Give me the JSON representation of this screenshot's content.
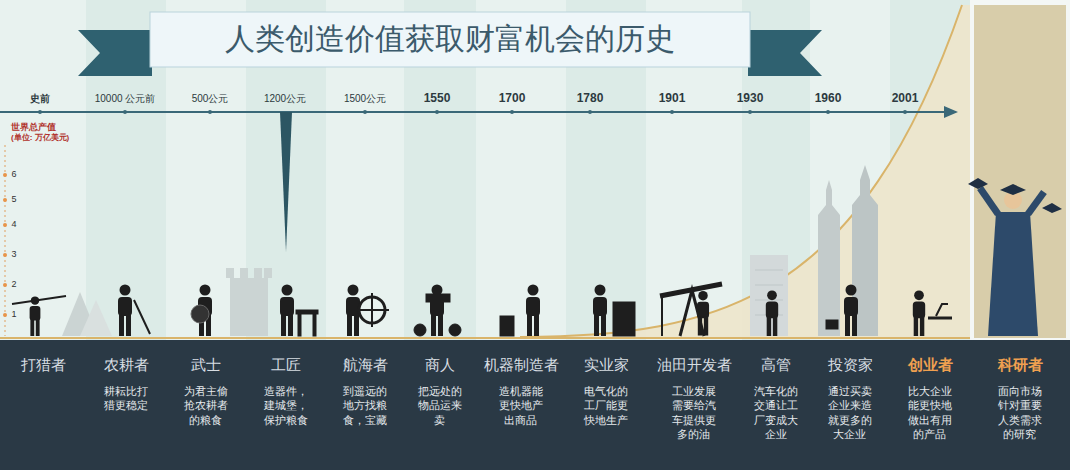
{
  "diagram": {
    "title": "人类创造价值获取财富机会的历史",
    "nodes": [
      {
        "text": [
          "打猎者"
        ]
      },
      {
        "text": [
          "农耕者",
          "耕耘比打猎更稳定"
        ]
      },
      {
        "text": [
          "武士",
          "为君主偷抢农耕者的粮食"
        ]
      },
      {
        "text": [
          "工匠",
          "造器件，建城堡，保护粮食"
        ]
      },
      {
        "text": [
          "航海者",
          "到遥远的地方找粮食，宝藏"
        ]
      },
      {
        "text": [
          "商人",
          "把远处的物品运来卖"
        ]
      },
      {
        "text": [
          "机器制造者",
          "造机器能更快地产出商品"
        ]
      },
      {
        "text": [
          "实业家",
          "电气化的工厂能更快地生产"
        ]
      },
      {
        "text": [
          "油田开发者",
          "工业发展需要给汽车提供更多的油"
        ]
      },
      {
        "text": [
          "高管",
          "汽车化的交通让工厂变成大企业"
        ]
      },
      {
        "text": [
          "投资家",
          "通过买卖企业来造就更多的大企业"
        ]
      },
      {
        "text": [
          "创业者",
          "比大企业能更快地做出有用的产品"
        ]
      },
      {
        "text": [
          "科研者",
          "面向市场针对重要人类需求的研究"
        ]
      }
    ],
    "labels": [
      "史前",
      "10000 公元前",
      "500公元",
      "1200公元",
      "1500公元",
      "1550",
      "1700",
      "1780",
      "1901",
      "1930",
      "1960",
      "2001",
      "世界总产值",
      "(单位: 万亿美元)",
      "6",
      "5",
      "4",
      "3",
      "2",
      "1"
    ]
  }
}
